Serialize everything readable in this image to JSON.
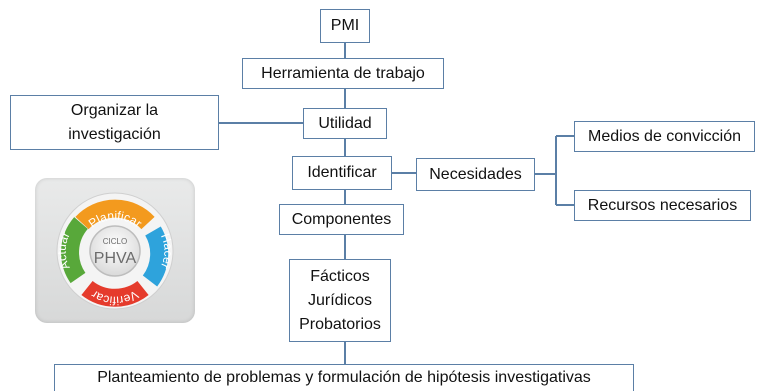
{
  "diagram": {
    "pmi": "PMI",
    "herramienta": "Herramienta de trabajo",
    "utilidad": "Utilidad",
    "organizar": [
      "Organizar la",
      "investigación"
    ],
    "identificar": "Identificar",
    "necesidades": "Necesidades",
    "medios": "Medios de convicción",
    "recursos": "Recursos necesarios",
    "componentes": "Componentes",
    "factores": [
      "Fácticos",
      "Jurídicos",
      "Probatorios"
    ],
    "planteamiento": "Planteamiento de problemas y formulación de hipótesis investigativas"
  },
  "phva_cycle": {
    "center_small": "CICLO",
    "center_big": "PHVA",
    "steps": [
      "Planificar",
      "Hacer",
      "Verificar",
      "Actuar"
    ],
    "colors": {
      "planificar": "#f39a1e",
      "hacer": "#2ea3dc",
      "verificar": "#e53b2c",
      "actuar": "#58a83a"
    }
  },
  "style": {
    "box_border": "#5b7fa6",
    "connector": "#5b7fa6"
  }
}
